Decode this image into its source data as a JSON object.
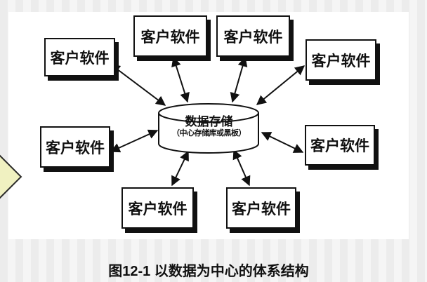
{
  "figure": {
    "caption": "图12-1 以数据为中心的体系结构",
    "center": {
      "title": "数据存储",
      "subtitle": "（中心存储库或黑板）",
      "shape": "cylinder"
    },
    "clients": [
      {
        "label": "客户软件"
      },
      {
        "label": "客户软件"
      },
      {
        "label": "客户软件"
      },
      {
        "label": "客户软件"
      },
      {
        "label": "客户软件"
      },
      {
        "label": "客户软件"
      },
      {
        "label": "客户软件"
      },
      {
        "label": "客户软件"
      }
    ],
    "connector_style": "double-headed arrows between each client box and the central data store"
  },
  "colors": {
    "panel_bg": "#ffffff",
    "stripe_dark": "#ececec",
    "stripe_light": "#f5f5f5",
    "line_and_border": "#111111",
    "box_shadow": "#111111",
    "diamond_fill": "#f0f1c1",
    "text": "#111111"
  }
}
